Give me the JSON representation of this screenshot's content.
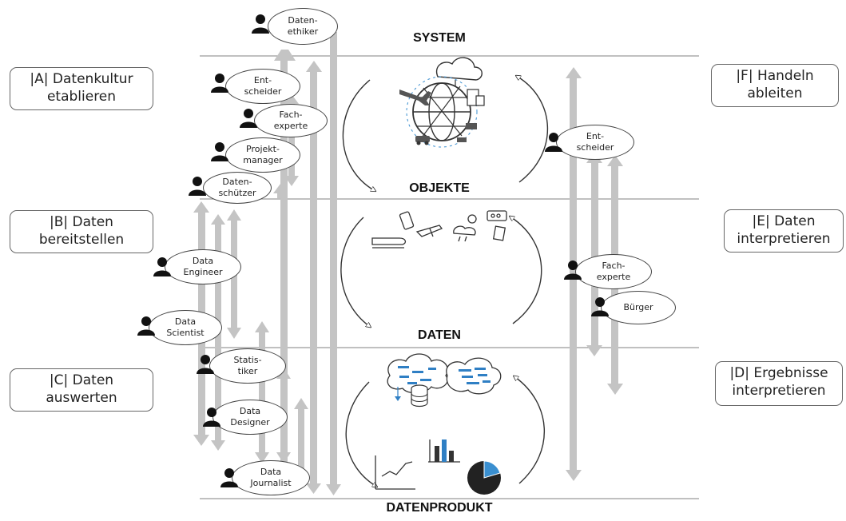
{
  "levels": {
    "system": "SYSTEM",
    "objekte": "OBJEKTE",
    "daten": "DATEN",
    "datenprodukt": "DATENPRODUKT"
  },
  "stages": {
    "a_line1": "|A| Datenkultur",
    "a_line2": "etablieren",
    "b_line1": "|B| Daten",
    "b_line2": "bereitstellen",
    "c_line1": "|C| Daten",
    "c_line2": "auswerten",
    "f_line1": "|F| Handeln",
    "f_line2": "ableiten",
    "e_line1": "|E| Daten",
    "e_line2": "interpretieren",
    "d_line1": "|D| Ergebnisse",
    "d_line2": "interpretieren"
  },
  "roles": {
    "datenethiker": [
      "Daten-",
      "ethiker"
    ],
    "entscheider_left": [
      "Ent-",
      "scheider"
    ],
    "fachexperte_left": [
      "Fach-",
      "experte"
    ],
    "projektmanager": [
      "Projekt-",
      "manager"
    ],
    "datenschuetzer": [
      "Daten-",
      "schützer"
    ],
    "data_engineer": [
      "Data",
      "Engineer"
    ],
    "data_scientist": [
      "Data",
      "Scientist"
    ],
    "statistiker": [
      "Statis-",
      "tiker"
    ],
    "data_designer": [
      "Data",
      "Designer"
    ],
    "data_journalist": [
      "Data",
      "Journalist"
    ],
    "entscheider_right": [
      "Ent-",
      "scheider"
    ],
    "fachexperte_right": [
      "Fach-",
      "experte"
    ],
    "buerger": [
      "Bürger"
    ]
  },
  "sketch_items": {
    "system": [
      "cloud-icon",
      "globe-icon",
      "airplane-icon",
      "building-icon",
      "satellite-icon",
      "car-icon"
    ],
    "objekte": [
      "train-icon",
      "phone-icon",
      "airplane-icon",
      "weather-icon",
      "card-icon",
      "ticket-icon"
    ],
    "datenprodukt": [
      "data-cloud-icon",
      "database-icon",
      "line-chart-icon",
      "bar-chart-icon",
      "pie-chart-icon"
    ]
  },
  "colors": {
    "arrow_gray": "#bdbdbd",
    "line_gray": "#9a9a9a",
    "pie_accent": "#3a8fd0",
    "data_blue": "#2f7fc4"
  }
}
